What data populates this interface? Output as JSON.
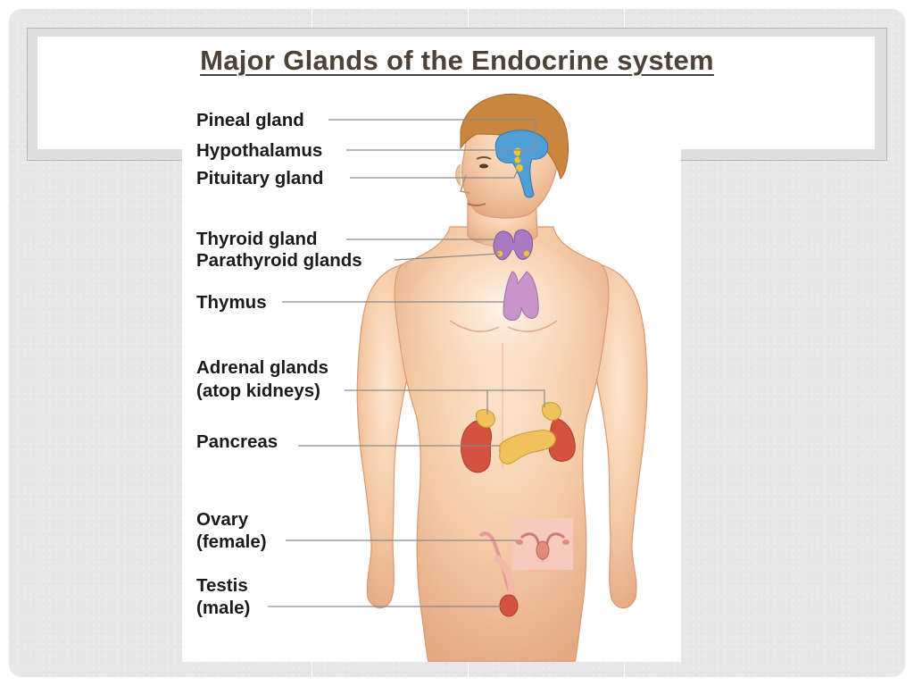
{
  "slide": {
    "title": "Major Glands of the Endocrine system"
  },
  "diagram": {
    "labels": {
      "pineal": "Pineal gland",
      "hypothalamus": "Hypothalamus",
      "pituitary": "Pituitary gland",
      "thyroid": "Thyroid gland",
      "parathyroid": "Parathyroid glands",
      "thymus": "Thymus",
      "adrenal_line1": "Adrenal glands",
      "adrenal_line2": "(atop kidneys)",
      "pancreas": "Pancreas",
      "ovary_line1": "Ovary",
      "ovary_line2": "(female)",
      "testis_line1": "Testis",
      "testis_line2": "(male)"
    },
    "colors": {
      "skin": "#f2c6a0",
      "skin_shadow": "#dca07c",
      "hair": "#c9863e",
      "brain": "#4f9fd6",
      "gland_yellow": "#f2c531",
      "thyroid": "#a77ac1",
      "thymus": "#c995c8",
      "kidney": "#d4533f",
      "pancreas": "#f0c35a",
      "ovary_panel": "#f6cbbd",
      "leader_line": "#8a8a8a",
      "title": "#4d4235"
    }
  }
}
